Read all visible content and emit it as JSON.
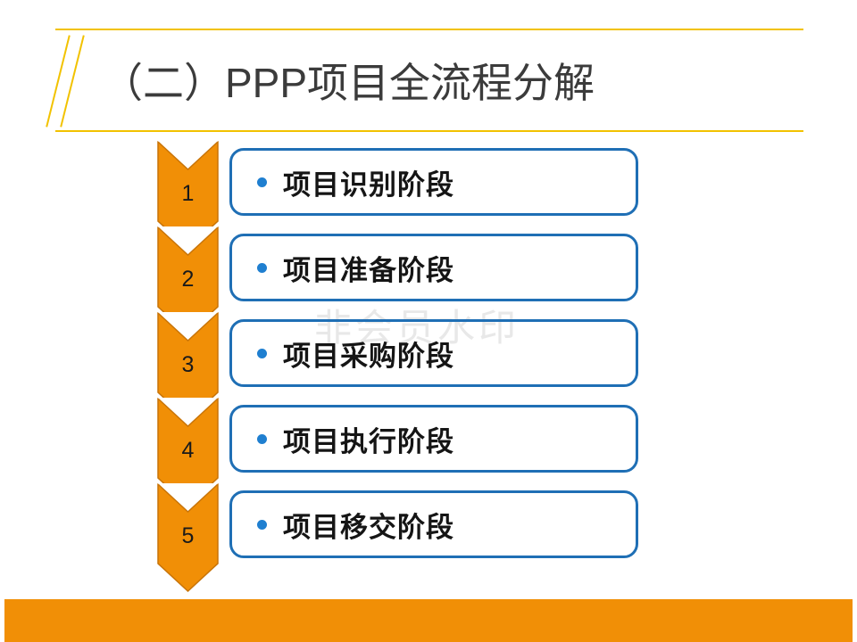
{
  "slide": {
    "title": "（二）PPP项目全流程分解",
    "watermark": "非会员水印",
    "colors": {
      "title_rule": "#F2C200",
      "title_text": "#3B3B3B",
      "chevron_fill": "#F18F06",
      "chevron_stroke": "#C87408",
      "box_border": "#1F6FB5",
      "bullet": "#1F7FD0",
      "footer_bar": "#F18F06",
      "watermark": "#E8E8E8"
    }
  },
  "flow": {
    "steps": [
      {
        "number": "1",
        "label": "项目识别阶段"
      },
      {
        "number": "2",
        "label": "项目准备阶段"
      },
      {
        "number": "3",
        "label": "项目采购阶段"
      },
      {
        "number": "4",
        "label": "项目执行阶段"
      },
      {
        "number": "5",
        "label": "项目移交阶段"
      }
    ]
  }
}
